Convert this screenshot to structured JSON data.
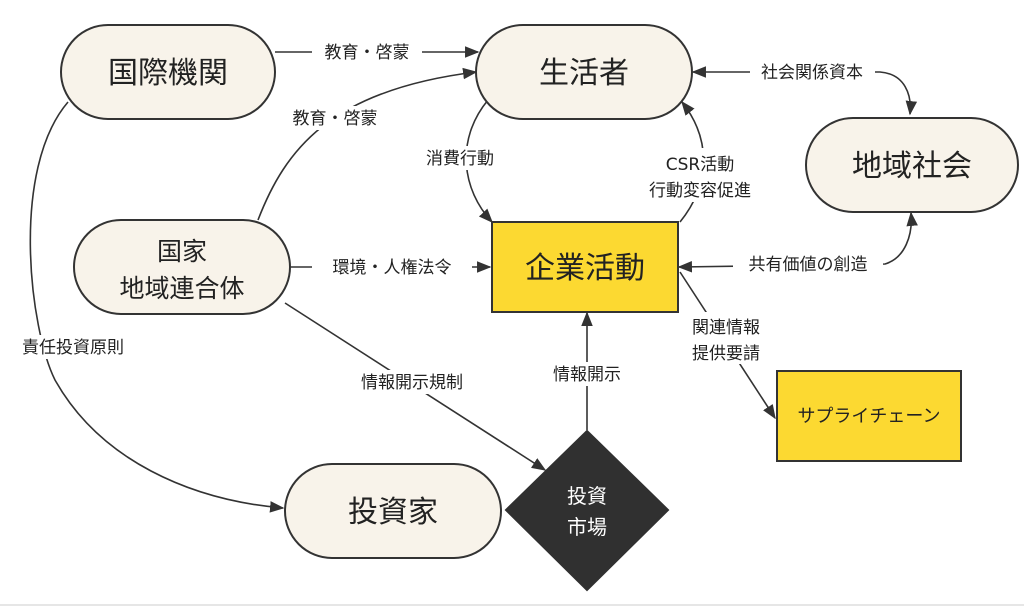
{
  "nodes": {
    "kokusai_kikan": "国際機関",
    "seikatsusha": "生活者",
    "chiiki_shakai": "地域社会",
    "kokka_line1": "国家",
    "kokka_line2": "地域連合体",
    "kigyo_katsudo": "企業活動",
    "supply_chain": "サプライチェーン",
    "toshika": "投資家",
    "toshi_shijo_line1": "投資",
    "toshi_shijo_line2": "市場"
  },
  "edges": {
    "kyoiku_keimo_1": "教育・啓蒙",
    "kyoiku_keimo_2": "教育・啓蒙",
    "shakai_kankei_shihon": "社会関係資本",
    "shohi_kodo": "消費行動",
    "csr_line1": "CSR活動",
    "csr_line2": "行動変容促進",
    "kankyo_jinken": "環境・人権法令",
    "kyoyu_kachi": "共有価値の創造",
    "kanren_line1": "関連情報",
    "kanren_line2": "提供要請",
    "joho_kaiji": "情報開示",
    "joho_kaiji_kisei": "情報開示規制",
    "sekinin_toshi": "責任投資原則"
  },
  "colors": {
    "pill_fill": "#f8f3ea",
    "highlight_yellow": "#fcd931",
    "diamond_dark": "#303030",
    "stroke": "#333333"
  }
}
